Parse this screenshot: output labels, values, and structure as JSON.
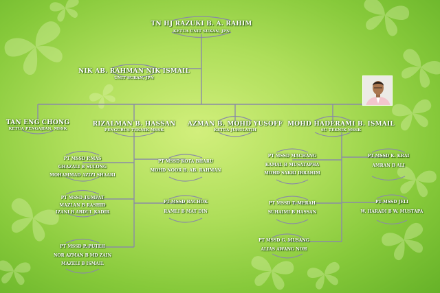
{
  "chart": {
    "head": {
      "name": "TN HJ RAZUKI B. A. RAHIM",
      "role": "KETUA UNIT SUKAN, JPN"
    },
    "deputy": {
      "name": "NIK AB. RAHMAN NIK ISMAIL",
      "role": "UNIT SUKAN, JPN"
    },
    "managers": [
      {
        "name": "TAN ENG CHONG",
        "role": "KETUA PENGAJIAN, MSSK"
      },
      {
        "name": "RIZALMAN B. HASSAN",
        "role": "PENGURUS TEKNIK MSSK"
      },
      {
        "name": "AZMAN B. MOHD YUSOFF",
        "role": "KETUA JURULATIH"
      },
      {
        "name": "MOHD HADERAMI B. ISMAIL",
        "role": "SU TEKNIK MSSK"
      }
    ],
    "units": [
      {
        "title": "PT MSSD P.MAS",
        "members": [
          "GHAZALI B SULONG",
          "MOHAMMAD AZIZI SHAARI"
        ]
      },
      {
        "title": "PT MSSD KOTA BHARU",
        "members": [
          "MOHD NOOR B. AB. RAHMAN"
        ]
      },
      {
        "title": "PT MSSD TUMPAT",
        "members": [
          "MAZLAN B RASHID",
          "IZANI B ABDUL KADIR"
        ]
      },
      {
        "title": "PT MSSD BACHOK",
        "members": [
          "RAMLI B MAT DIN"
        ]
      },
      {
        "title": "PT MSSD P. PUTEH",
        "members": [
          "NOR AZMAN B MD ZAIN",
          "MAZELI B ISMAIL"
        ]
      },
      {
        "title": "PT MSSD MACHANG",
        "members": [
          "KAMAL B MUSATAPHA",
          "MOHD SAKRI IBRAHIM"
        ]
      },
      {
        "title": "PT MSSD K. KRAI",
        "members": [
          "AMRAN B ALI"
        ]
      },
      {
        "title": "PT MSSD T. MERAH",
        "members": [
          "SUHAIMI B HASSAN"
        ]
      },
      {
        "title": "PT MSSD JELI",
        "members": [
          "W. HARADI B W. MUSTAPA"
        ]
      },
      {
        "title": "PT MSSD G. MUSANG",
        "members": [
          "ALIAS AWANG NOH"
        ]
      }
    ]
  },
  "colors": {
    "line": "#8a8ba6",
    "text": "#ffffff"
  }
}
